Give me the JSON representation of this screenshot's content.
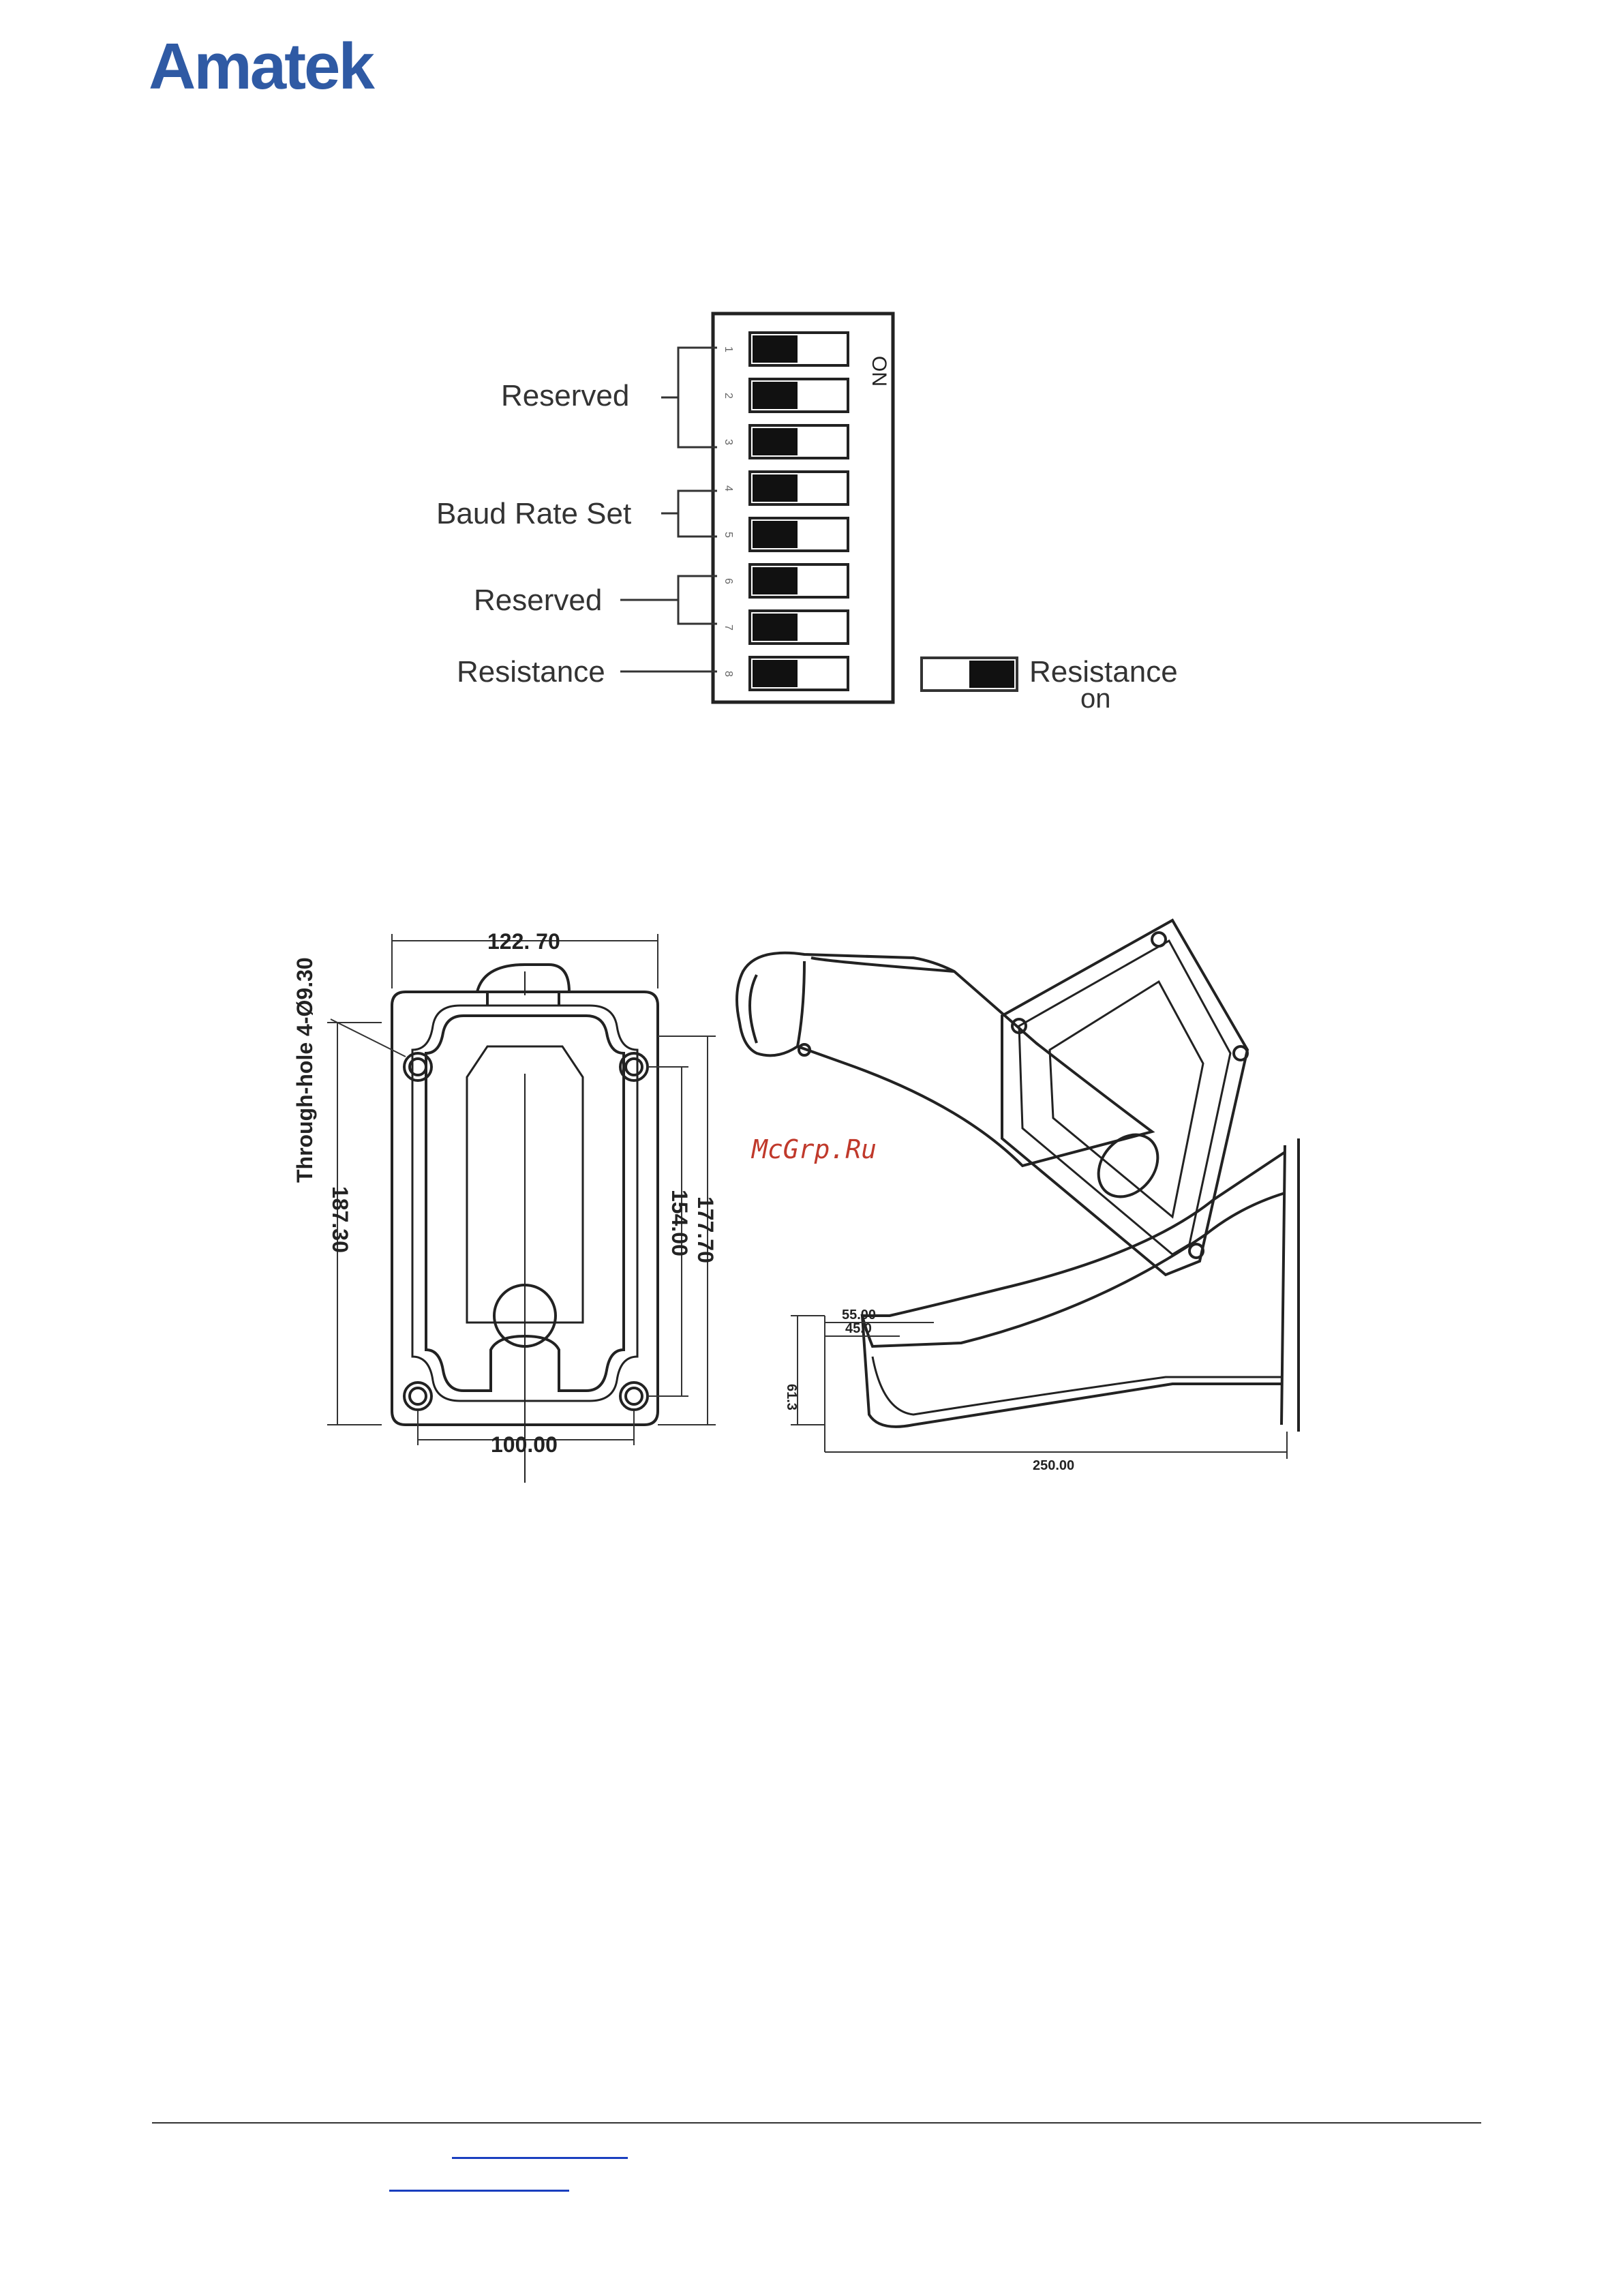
{
  "header": {
    "logo_text": "Amatek",
    "brand_color": "#2f5aa4"
  },
  "dip_switch": {
    "switch_count": 8,
    "on_label": "ON",
    "groups": [
      {
        "label": "Reserved"
      },
      {
        "label": "Baud Rate Set"
      },
      {
        "label": "Reserved"
      },
      {
        "label": "Resistance"
      }
    ],
    "legend": {
      "line1": "Resistance",
      "line2": "on"
    }
  },
  "bracket_drawing": {
    "dims": {
      "top_width": "122. 70",
      "bottom_width": "100.00",
      "left_height": "187.30",
      "right_height_outer": "177.70",
      "right_height_inner": "154.00",
      "through_hole": "Through-hole 4-Ø9.30",
      "side_top_1": "55.00",
      "side_top_2": "45.0",
      "side_height": "61.3",
      "side_length": "250.00"
    }
  },
  "watermark": {
    "text": "McGrp.Ru",
    "color": "#c0392b"
  }
}
